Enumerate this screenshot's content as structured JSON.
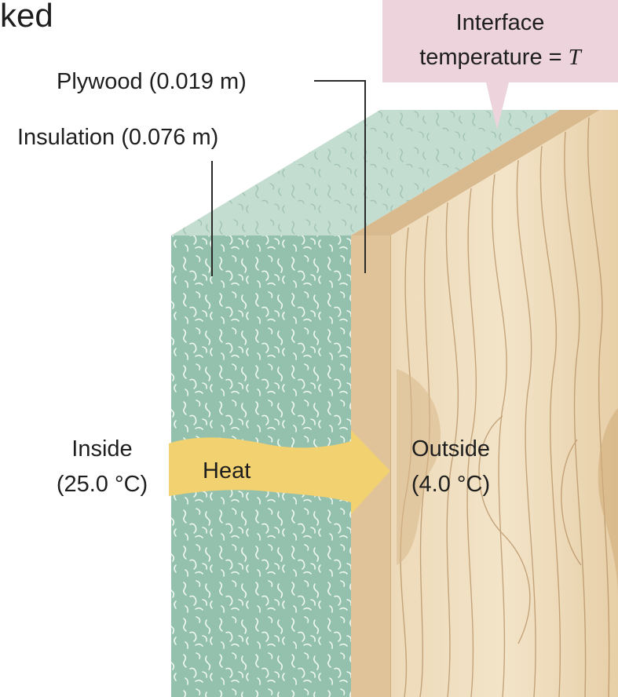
{
  "cropped_heading": "ked",
  "callout": {
    "line1": "Interface",
    "line2_prefix": "temperature = ",
    "line2_symbol": "T",
    "background_color": "#ecd3dc"
  },
  "labels": {
    "plywood": "Plywood (0.019 m)",
    "insulation": "Insulation (0.076 m)",
    "inside_title": "Inside",
    "inside_temp": "(25.0 °C)",
    "heat": "Heat",
    "outside_title": "Outside",
    "outside_temp": "(4.0 °C)"
  },
  "colors": {
    "insulation": "#93c1ae",
    "insulation_top": "#c4ddd1",
    "plywood": "#e1c39a",
    "wood_face": "#efdcbc",
    "heat_arrow": "#f2d170"
  }
}
